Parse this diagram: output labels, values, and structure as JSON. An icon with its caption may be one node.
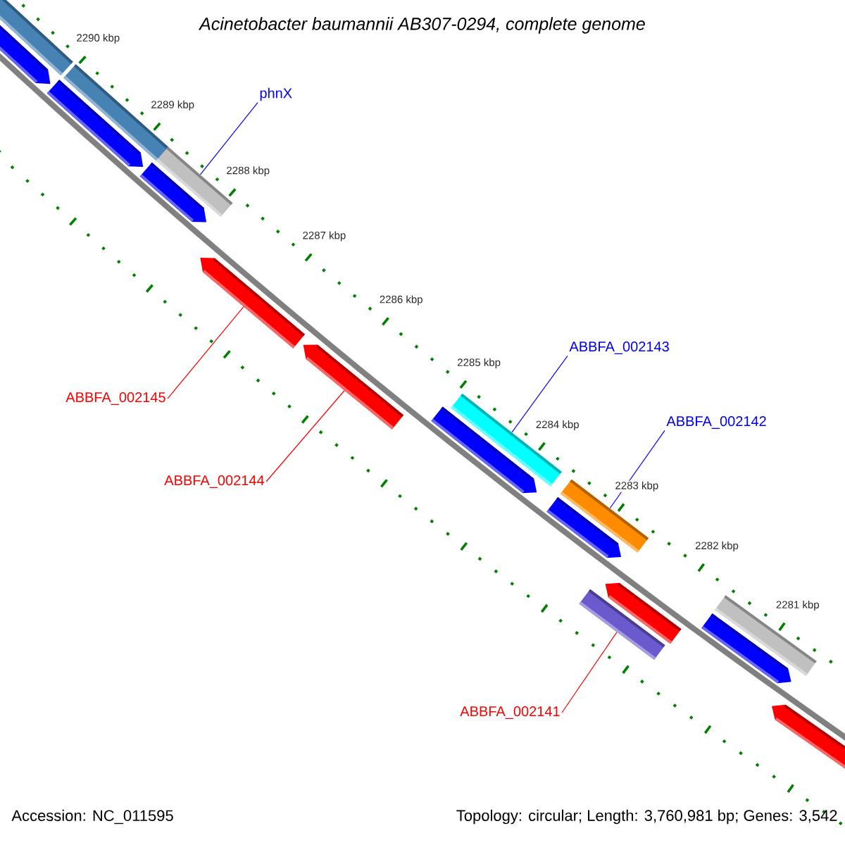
{
  "diagram": {
    "title": "*Acinetobacter baumannii* AB307-0294, complete genome",
    "nodes": [
      {
        "text": [
          "phnX"
        ]
      },
      {
        "text": [],
        "shape": "bar"
      },
      {
        "text": [
          "ABBFA_002143"
        ]
      },
      {
        "text": [],
        "shape": "bar"
      },
      {
        "text": [
          "ABBFA_002145"
        ]
      },
      {
        "text": [],
        "shape": "bar"
      },
      {
        "text": [
          "ABBFA_002142"
        ]
      },
      {
        "text": [],
        "shape": "bar"
      },
      {
        "text": [
          "ABBFA_002144"
        ]
      },
      {
        "text": [],
        "shape": "bar"
      },
      {
        "text": [
          "ABBFA_002141"
        ]
      },
      {
        "text": [],
        "shape": "bar"
      }
    ],
    "edges": [
      {
        "from": 0,
        "to": 1,
        "arrow": "none",
        "color": "#0000ff"
      },
      {
        "from": 2,
        "to": 3,
        "arrow": "none",
        "color": "#0000ff"
      },
      {
        "from": 4,
        "to": 5,
        "arrow": "none",
        "color": "#ff0000"
      },
      {
        "from": 6,
        "to": 7,
        "arrow": "none",
        "color": "#0000ff"
      },
      {
        "from": 8,
        "to": 9,
        "arrow": "none",
        "color": "#ff0000"
      },
      {
        "from": 10,
        "to": 11,
        "arrow": "none",
        "color": "#ff0000"
      }
    ],
    "labels": [
      "2290 kbp",
      "2289 kbp",
      "2288 kbp",
      "2287 kbp",
      "2286 kbp",
      "2285 kbp",
      "2284 kbp",
      "2283 kbp",
      "2282 kbp",
      "2281 kbp",
      "Accession: NC_011595",
      "Topology: circular; Length: 3,760,981 bp; Genes: 3,542"
    ]
  }
}
